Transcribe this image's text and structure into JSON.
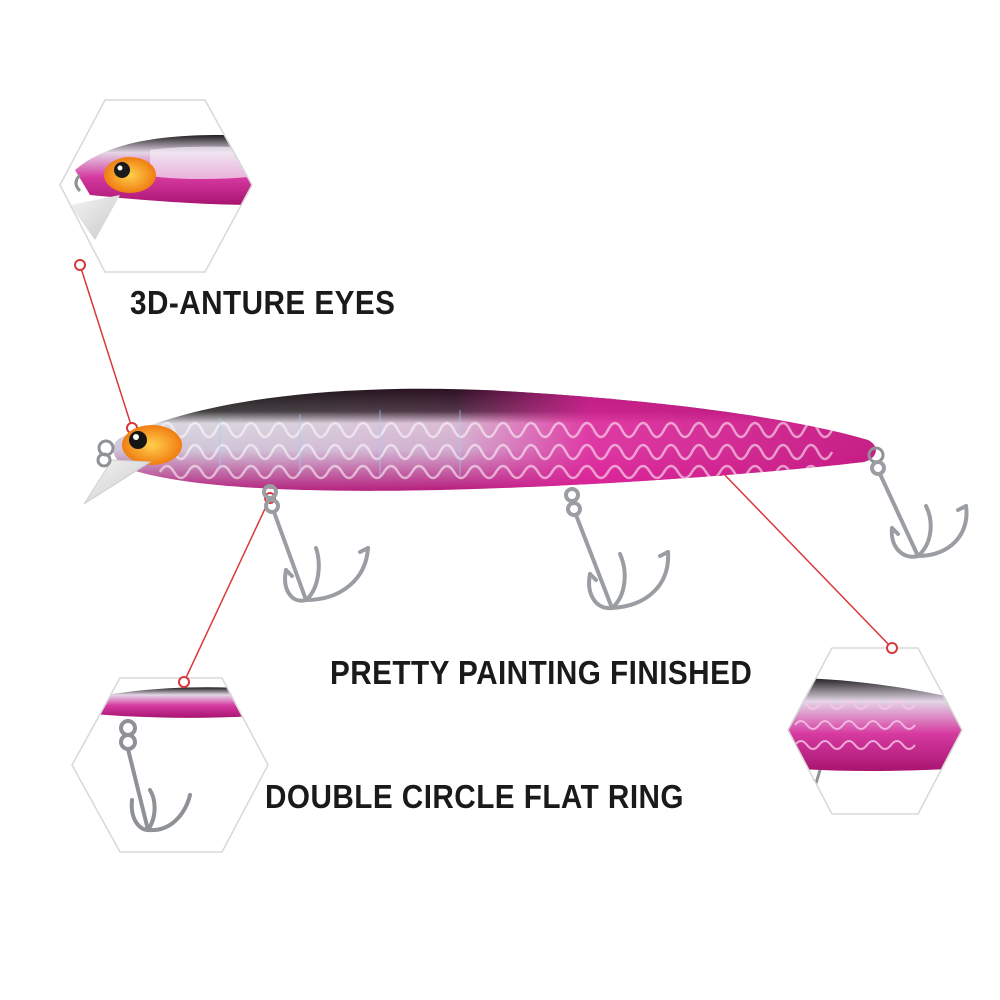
{
  "callouts": {
    "eyes": {
      "label": "3D-ANTURE EYES"
    },
    "painting": {
      "label": "PRETTY PAINTING FINISHED"
    },
    "ring": {
      "label": "DOUBLE CIRCLE FLAT RING"
    }
  },
  "colors": {
    "leader_line": "#d9383a",
    "lure_top": "#111111",
    "lure_pink": "#d11a8c",
    "lure_eye_orange": "#f39a21",
    "hook_metal": "#9a9ea3",
    "hex_frame": "#d8d8d8"
  },
  "icons": {
    "lure": "fishing-lure-image",
    "hook": "treble-hook-icon"
  }
}
